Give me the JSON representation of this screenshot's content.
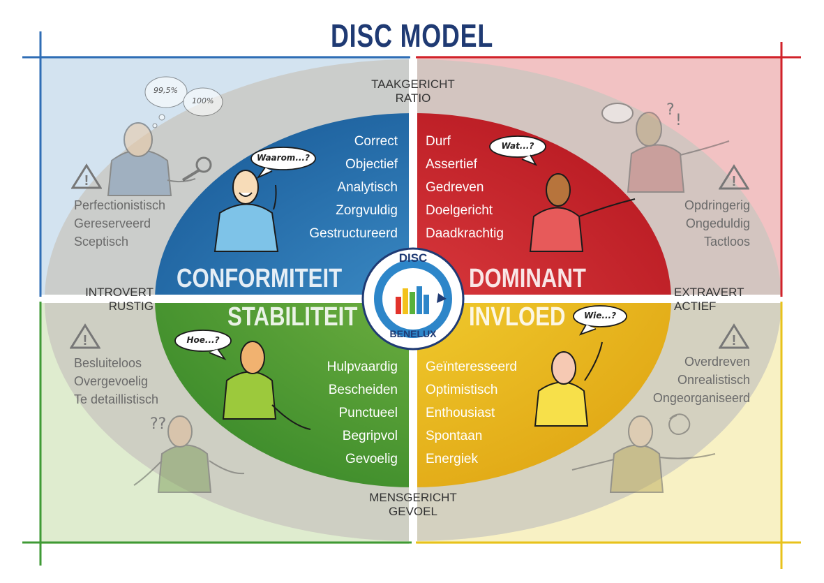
{
  "title": "DISC MODEL",
  "axes": {
    "top": [
      "TAAKGERICHT",
      "RATIO"
    ],
    "bottom": [
      "MENSGERICHT",
      "GEVOEL"
    ],
    "left": [
      "INTROVERT",
      "RUSTIG"
    ],
    "right": [
      "EXTRAVERT",
      "ACTIEF"
    ]
  },
  "logo": {
    "top": "DISC",
    "bottom": "BENELUX"
  },
  "quadrants": {
    "conformiteit": {
      "name": "CONFORMITEIT",
      "traits": [
        "Correct",
        "Objectief",
        "Analytisch",
        "Zorgvuldig",
        "Gestructureerd"
      ],
      "pitfalls": [
        "Perfectionistisch",
        "Gereserveerd",
        "Sceptisch"
      ],
      "speech": "Waarom...?",
      "thought": [
        "99,5%",
        "100%"
      ],
      "color": "#2a7ab8"
    },
    "dominant": {
      "name": "DOMINANT",
      "traits": [
        "Durf",
        "Assertief",
        "Gedreven",
        "Doelgericht",
        "Daadkrachtig"
      ],
      "pitfalls": [
        "Opdringerig",
        "Ongeduldig",
        "Tactloos"
      ],
      "speech": "Wat...?",
      "thought": [
        "?",
        "!"
      ],
      "color": "#d6262c"
    },
    "stabiliteit": {
      "name": "STABILITEIT",
      "traits": [
        "Hulpvaardig",
        "Bescheiden",
        "Punctueel",
        "Begripvol",
        "Gevoelig"
      ],
      "pitfalls": [
        "Besluiteloos",
        "Overgevoelig",
        "Te detaillistisch"
      ],
      "speech": "Hoe...?",
      "thought": [
        "??"
      ],
      "color": "#4c9e2f"
    },
    "invloed": {
      "name": "INVLOED",
      "traits": [
        "Geïnteresseerd",
        "Optimistisch",
        "Enthousiast",
        "Spontaan",
        "Energiek"
      ],
      "pitfalls": [
        "Overdreven",
        "Onrealistisch",
        "Ongeorganiseerd"
      ],
      "speech": "Wie...?",
      "thought": [],
      "color": "#f0c419"
    }
  },
  "colors": {
    "title": "#1f3a73",
    "blue_bg": "#d3e3f0",
    "red_bg": "#f2c2c3",
    "green_bg": "#dfeccf",
    "yellow_bg": "#f8f1c4",
    "grey_ellipse": "#d2cfc8",
    "axis_line_blue": "#2f6db5",
    "axis_line_red": "#d1222a",
    "axis_line_green": "#3f9a35",
    "axis_line_yellow": "#e8c21b"
  },
  "icons": [
    "warning-icon",
    "magnifier-icon",
    "thought-cloud-icon",
    "speech-bubble-icon",
    "disc-logo-icon"
  ]
}
